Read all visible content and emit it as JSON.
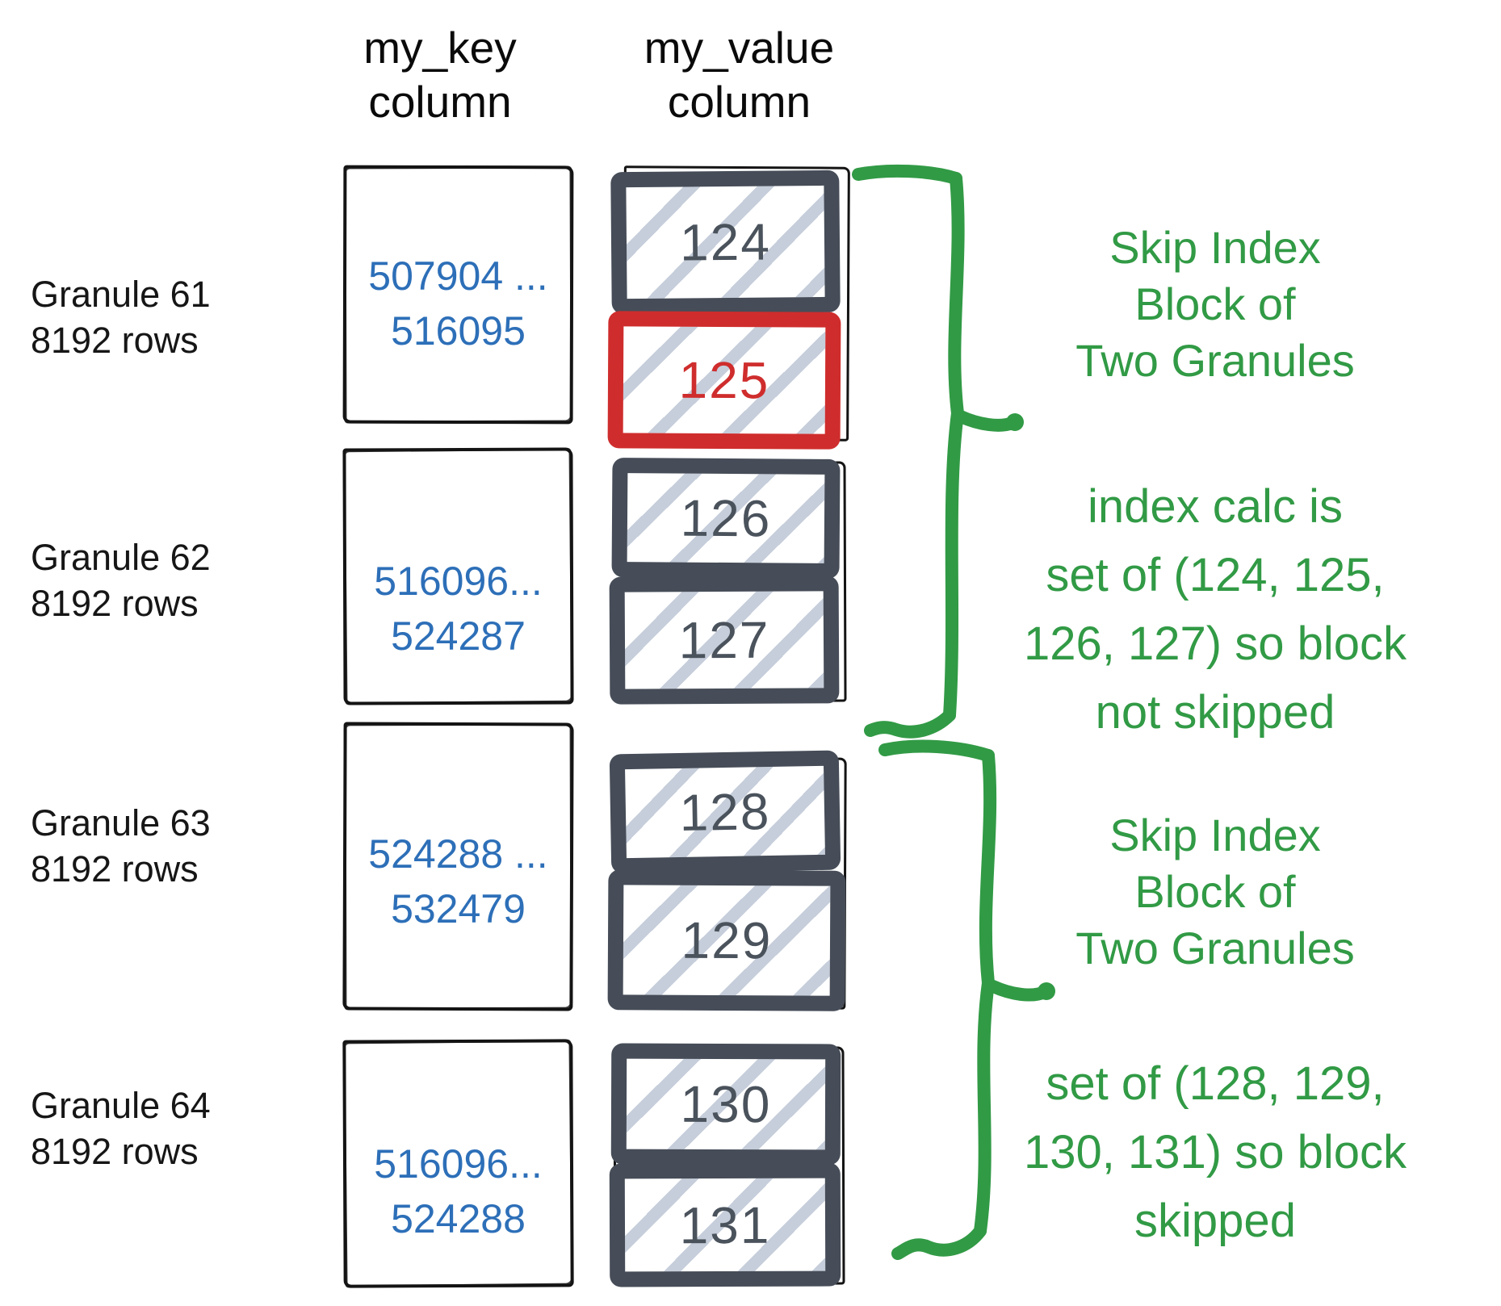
{
  "headers": {
    "key": {
      "line1": "my_key",
      "line2": "column"
    },
    "value": {
      "line1": "my_value",
      "line2": "column"
    }
  },
  "granules": [
    {
      "name": "Granule 61",
      "rows": "8192 rows",
      "key_range_line1": "507904 ...",
      "key_range_line2": "516095",
      "blocks": [
        {
          "value": "124",
          "highlight": false
        },
        {
          "value": "125",
          "highlight": true
        }
      ]
    },
    {
      "name": "Granule 62",
      "rows": "8192 rows",
      "key_range_line1": "516096...",
      "key_range_line2": "524287",
      "blocks": [
        {
          "value": "126",
          "highlight": false
        },
        {
          "value": "127",
          "highlight": false
        }
      ]
    },
    {
      "name": "Granule 63",
      "rows": "8192 rows",
      "key_range_line1": "524288 ...",
      "key_range_line2": "532479",
      "blocks": [
        {
          "value": "128",
          "highlight": false
        },
        {
          "value": "129",
          "highlight": false
        }
      ]
    },
    {
      "name": "Granule 64",
      "rows": "8192 rows",
      "key_range_line1": "516096...",
      "key_range_line2": "524288",
      "blocks": [
        {
          "value": "130",
          "highlight": false
        },
        {
          "value": "131",
          "highlight": false
        }
      ]
    }
  ],
  "annotations": [
    {
      "lines": [
        "Skip Index",
        "Block of",
        "Two Granules"
      ]
    },
    {
      "lines": [
        "index calc is",
        "set of (124, 125,",
        "126, 127) so block",
        "not skipped"
      ]
    },
    {
      "lines": [
        "Skip Index",
        "Block of",
        "Two Granules"
      ]
    },
    {
      "lines": [
        "set of (128, 129,",
        "130, 131) so block",
        "skipped"
      ]
    }
  ],
  "colors": {
    "highlight_red": "#cf2d2d",
    "block_border": "#464d58",
    "block_number": "#4a525c",
    "key_text_blue": "#2d6fb8",
    "annotation_green": "#319a45",
    "hatch_gray": "#c6cedb",
    "sketch_black": "#141414"
  }
}
